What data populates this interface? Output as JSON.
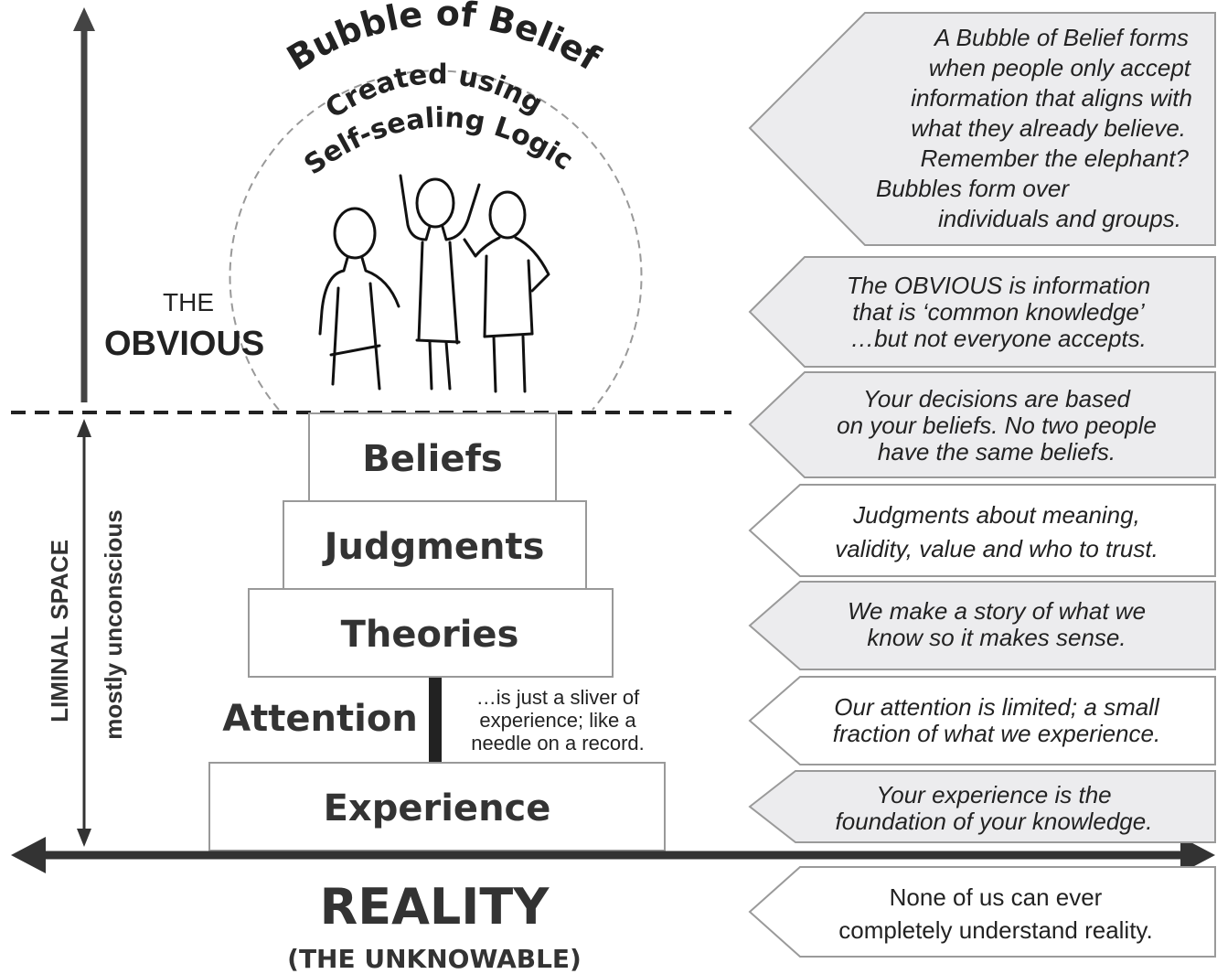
{
  "bubble": {
    "title": "Bubble of Belief",
    "subtitle_line1": "Created using",
    "subtitle_line2": "Self-sealing Logic"
  },
  "obvious": {
    "small": "THE",
    "large": "OBVIOUS"
  },
  "liminal": {
    "label": "LIMINAL SPACE",
    "sublabel": "mostly unconscious"
  },
  "layers": {
    "beliefs": "Beliefs",
    "judgments": "Judgments",
    "theories": "Theories",
    "attention": "Attention",
    "experience": "Experience"
  },
  "attention_note": [
    "…is just a sliver of",
    "experience; like a",
    "needle on a record."
  ],
  "reality": {
    "title": "REALITY",
    "subtitle": "(THE UNKNOWABLE)"
  },
  "notes": {
    "bubble": [
      "A Bubble of Belief forms",
      "when people only accept",
      "information that aligns with",
      "what they already believe.",
      "Remember the elephant?",
      "Bubbles form over",
      "individuals and groups."
    ],
    "obvious": [
      "The OBVIOUS is information",
      "that is ‘common knowledge’",
      "…but not everyone accepts."
    ],
    "beliefs": [
      "Your decisions are based",
      "on your beliefs. No two people",
      "have the same beliefs."
    ],
    "judgments": [
      "Judgments about meaning,",
      "validity, value and who to trust."
    ],
    "theories": [
      "We make a story of what we",
      "know so it makes sense."
    ],
    "attention": [
      "Our attention is limited; a small",
      "fraction of what we experience."
    ],
    "experience": [
      "Your experience is the",
      "foundation of your knowledge."
    ],
    "reality": [
      "None of us can ever",
      "completely understand reality."
    ]
  },
  "colors": {
    "box_fill": "#ececee",
    "box_stroke": "#9a9a9a",
    "arrow": "#333333",
    "text": "#222222"
  }
}
